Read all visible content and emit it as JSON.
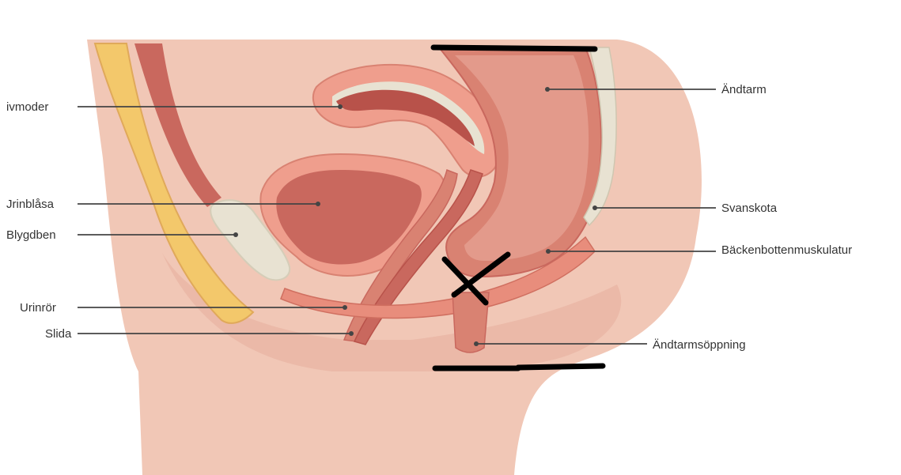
{
  "diagram": {
    "labels": {
      "livmoder": "ivmoder",
      "urinblasa": "Jrinblåsa",
      "blygdben": "Blygdben",
      "urinror": "Urinrör",
      "slida": "Slida",
      "andtarm": "Ändtarm",
      "svanskota": "Svanskota",
      "backenbottenmuskulatur": "Bäckenbottenmuskulatur",
      "andtarmsoppning": "Ändtarmsöppning"
    },
    "colors": {
      "skin": "#f1c7b6",
      "tissue_dark": "#c9685e",
      "organ_light": "#ef9e8d",
      "organ_mid": "#d98272",
      "bone": "#e8e2d2",
      "spine": "#f3c86b",
      "leader_line": "#444444",
      "annotation_marker": "#000000"
    }
  }
}
